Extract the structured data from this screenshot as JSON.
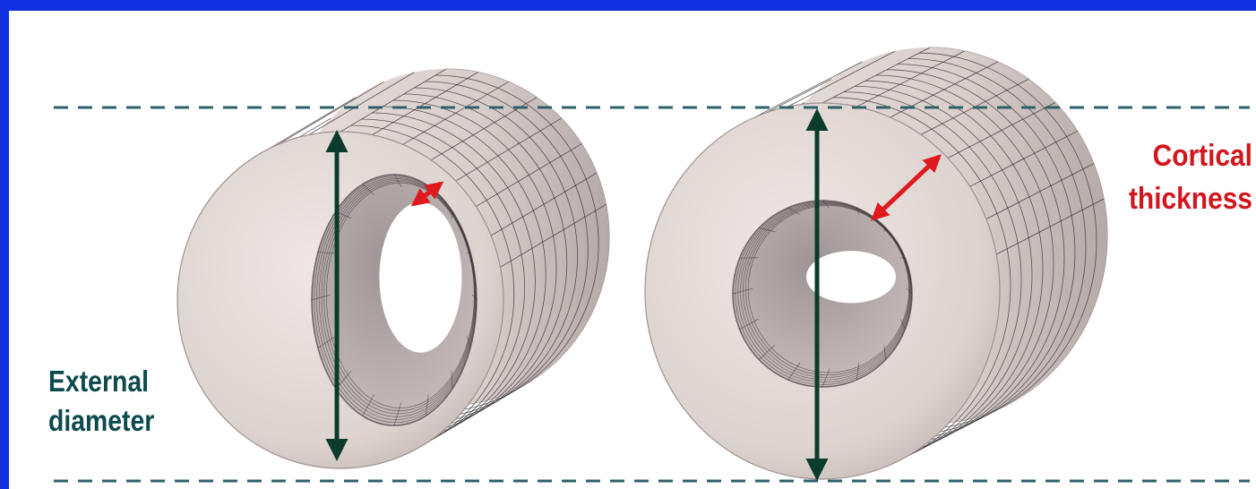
{
  "labels": {
    "external_diameter": [
      "External",
      "diameter"
    ],
    "cortical_thickness": [
      "Cortical",
      "thickness"
    ]
  },
  "colors": {
    "frame": "#1030e0",
    "diameter_arrow": "#0b3b2c",
    "thickness_arrow": "#e0191e",
    "dashed_guides": "#2e6068",
    "bone_surface": "#ddd3cf",
    "mesh_lines": "#2a2226",
    "external_label": "#0d4a4e",
    "cortical_label": "#d2161e"
  },
  "bones": [
    {
      "name": "thin-cortex-bone",
      "cortical_thickness": "thin"
    },
    {
      "name": "thick-cortex-bone",
      "cortical_thickness": "thick"
    }
  ]
}
